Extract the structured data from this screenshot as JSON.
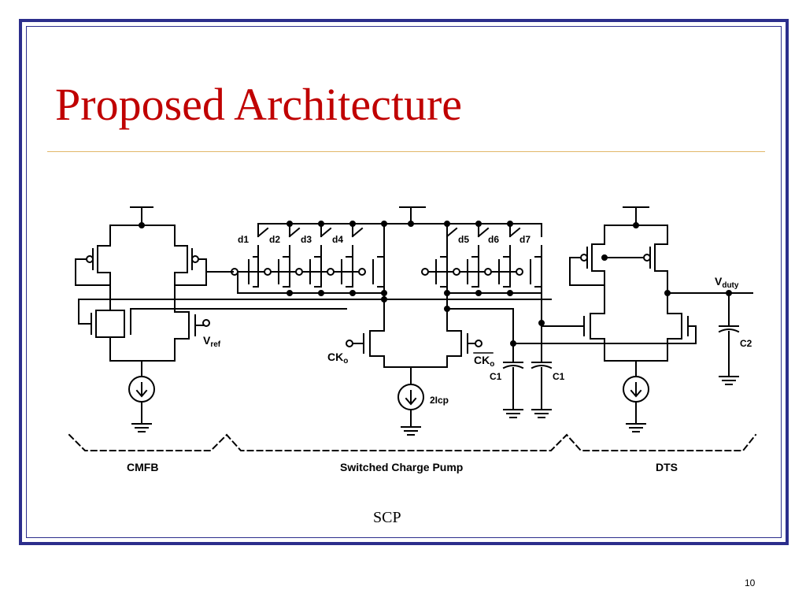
{
  "slide": {
    "title": "Proposed Architecture",
    "caption": "SCP",
    "page_number": "10",
    "colors": {
      "title": "#c00000",
      "frame": "#2c2e8c",
      "rule": "#e2b86a"
    }
  },
  "diagram": {
    "sections": [
      "CMFB",
      "Switched Charge Pump",
      "DTS"
    ],
    "labels": {
      "vref_main": "V",
      "vref_sub": "ref",
      "vduty_main": "V",
      "vduty_sub": "duty",
      "ck_main": "CK",
      "ck_sub": "o",
      "ckb_main": "CK",
      "ckb_sub": "o",
      "current": "2Icp",
      "c1_left": "C1",
      "c1_right": "C1",
      "c2": "C2",
      "switches": [
        "d1",
        "d2",
        "d3",
        "d4",
        "d5",
        "d6",
        "d7"
      ]
    }
  }
}
